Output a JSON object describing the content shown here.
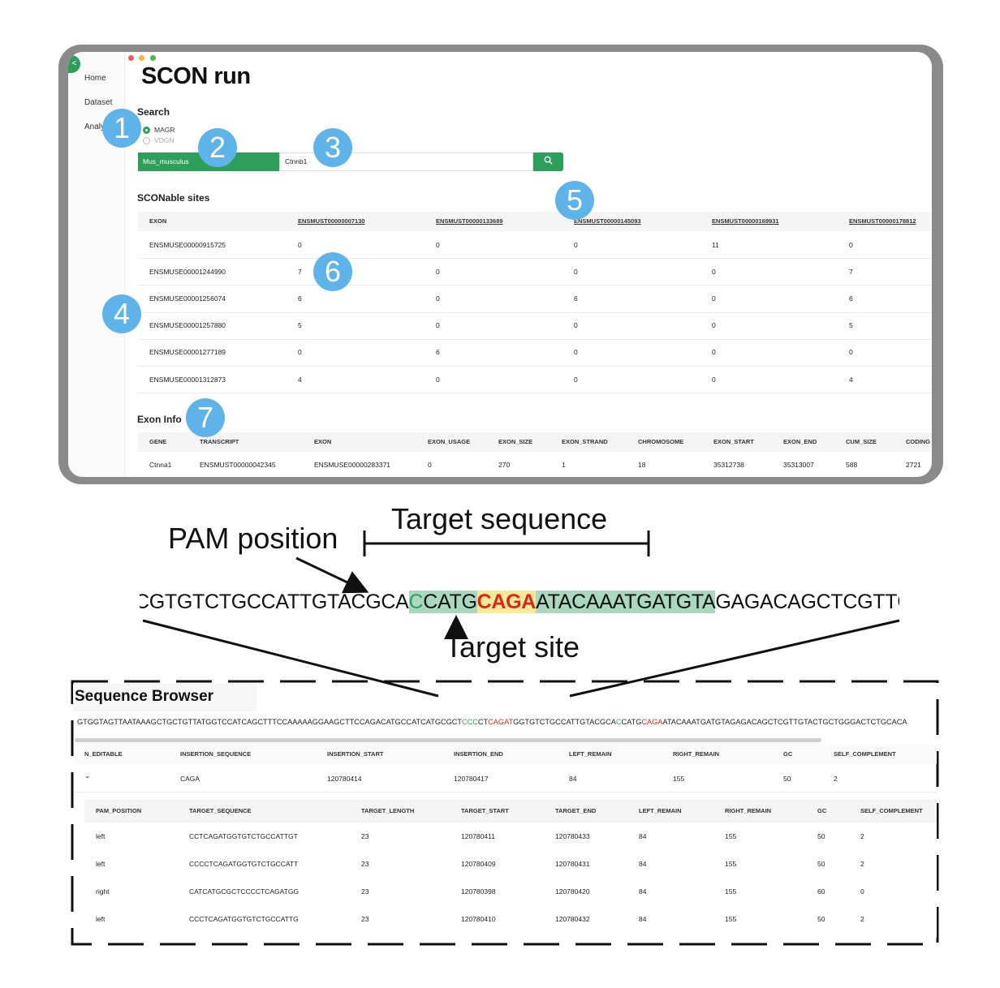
{
  "window": {
    "title": "SCON run",
    "collapse_glyph": "<",
    "nav": [
      "Home",
      "Dataset",
      "Analy"
    ]
  },
  "search": {
    "heading": "Search",
    "options": [
      "MAGR",
      "VDGN"
    ],
    "selected": "MAGR",
    "species": "Mus_musculus",
    "gene": "Ctnnb1",
    "button_icon": "search-icon"
  },
  "sconable": {
    "heading": "SCONable sites",
    "columns": [
      "EXON",
      "ENSMUST00000007130",
      "ENSMUST00000133689",
      "ENSMUST00000145093",
      "ENSMUST00000169931",
      "ENSMUST00000178812"
    ],
    "rows": [
      [
        "ENSMUSE00000915725",
        "0",
        "0",
        "0",
        "11",
        "0"
      ],
      [
        "ENSMUSE00001244990",
        "7",
        "0",
        "0",
        "0",
        "7"
      ],
      [
        "ENSMUSE00001256074",
        "6",
        "0",
        "6",
        "0",
        "6"
      ],
      [
        "ENSMUSE00001257880",
        "5",
        "0",
        "0",
        "0",
        "5"
      ],
      [
        "ENSMUSE00001277189",
        "0",
        "6",
        "0",
        "0",
        "0"
      ],
      [
        "ENSMUSE00001312873",
        "4",
        "0",
        "0",
        "0",
        "4"
      ]
    ]
  },
  "exon_info": {
    "heading": "Exon Info",
    "columns": [
      "GENE",
      "TRANSCRIPT",
      "EXON",
      "EXON_USAGE",
      "EXON_SIZE",
      "EXON_STRAND",
      "CHROMOSOME",
      "EXON_START",
      "EXON_END",
      "CUM_SIZE",
      "CODING"
    ],
    "rows": [
      [
        "Ctnna1",
        "ENSMUST00000042345",
        "ENSMUSE00000283371",
        "0",
        "270",
        "1",
        "18",
        "35312738",
        "35313007",
        "588",
        "2721"
      ]
    ]
  },
  "badges": [
    "1",
    "2",
    "3",
    "4",
    "5",
    "6",
    "7"
  ],
  "diagram": {
    "pam_label": "PAM position",
    "target_sequence_label": "Target sequence",
    "target_site_label": "Target site",
    "seq_left": "CGTGTCTGCCATTGTACGCA",
    "pam_char": "C",
    "seq_green1": "CATG",
    "seq_site": "CAGA",
    "seq_green2": "ATACAAATGATGTA",
    "seq_right": "GAGACAGCTCGTTGTACTGCTG"
  },
  "browser": {
    "title": "Sequence Browser",
    "seq_parts": [
      {
        "t": "GTGGTAGTTAATAAAGCTGCTGTTATGGTCCATCAGCTTTCCAAAAAGGAAGCTTCCAGACATGCCATCATGCGCT",
        "c": ""
      },
      {
        "t": "CCC",
        "c": "g"
      },
      {
        "t": "CT",
        "c": ""
      },
      {
        "t": "CAGAT",
        "c": "r"
      },
      {
        "t": "GGTGTCTGCCATTGTACGCA",
        "c": ""
      },
      {
        "t": "C",
        "c": "g"
      },
      {
        "t": "CATG",
        "c": ""
      },
      {
        "t": "CAGA",
        "c": "r"
      },
      {
        "t": "ATACAAATGATGTAGAGACAGCTCGTTGTACTGCTGGGACTCTGCACA",
        "c": ""
      }
    ],
    "insertion": {
      "columns": [
        "N_EDITABLE",
        "INSERTION_SEQUENCE",
        "INSERTION_START",
        "INSERTION_END",
        "LEFT_REMAIN",
        "RIGHT_REMAIN",
        "GC",
        "SELF_COMPLEMENT"
      ],
      "expand_glyph": "⌄",
      "row": [
        "CAGA",
        "120780414",
        "120780417",
        "84",
        "155",
        "50",
        "2"
      ]
    },
    "targets": {
      "columns": [
        "PAM_POSITION",
        "TARGET_SEQUENCE",
        "TARGET_LENGTH",
        "TARGET_START",
        "TARGET_END",
        "LEFT_REMAIN",
        "RIGHT_REMAIN",
        "GC",
        "SELF_COMPLEMENT"
      ],
      "rows": [
        [
          "left",
          "CCTCAGATGGTGTCTGCCATTGT",
          "23",
          "120780411",
          "120780433",
          "84",
          "155",
          "50",
          "2"
        ],
        [
          "left",
          "CCCCTCAGATGGTGTCTGCCATT",
          "23",
          "120780409",
          "120780431",
          "84",
          "155",
          "50",
          "2"
        ],
        [
          "right",
          "CATCATGCGCTCCCCTCAGATGG",
          "23",
          "120780398",
          "120780420",
          "84",
          "155",
          "60",
          "0"
        ],
        [
          "left",
          "CCCTCAGATGGTGTCTGCCATTG",
          "23",
          "120780410",
          "120780432",
          "84",
          "155",
          "50",
          "2"
        ]
      ]
    }
  },
  "colors": {
    "accent_green": "#2e9e5b",
    "badge_blue": "#5eb4e8",
    "site_red": "#d7281c",
    "target_green_bg": "#a9d8bf",
    "site_yellow_bg": "#f6ea9a"
  }
}
